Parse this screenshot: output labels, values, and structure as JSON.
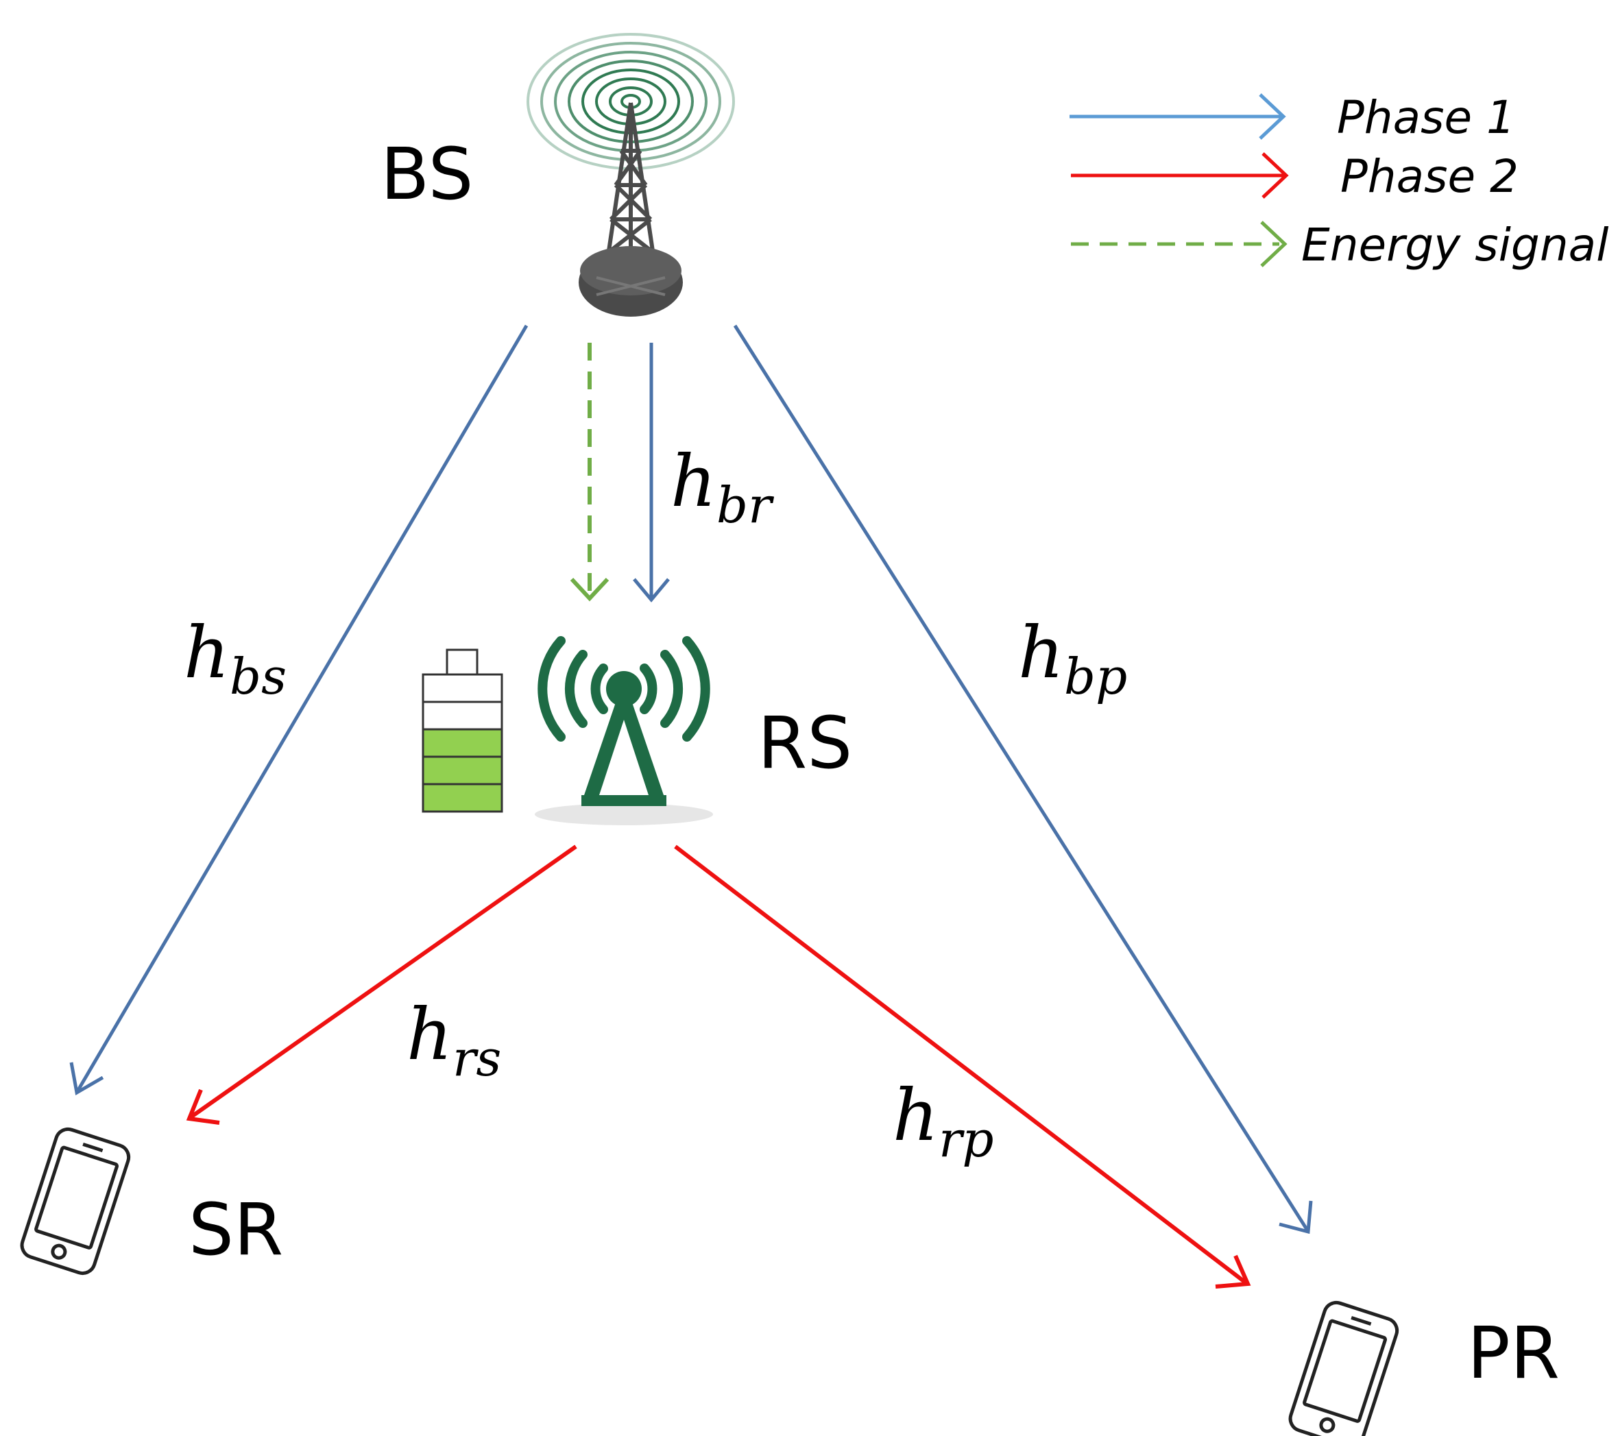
{
  "nodes": {
    "bs": "BS",
    "rs": "RS",
    "sr": "SR",
    "pr": "PR"
  },
  "legend": {
    "phase1": "Phase 1",
    "phase2": "Phase 2",
    "energy": "Energy signal"
  },
  "channels": {
    "h_br": {
      "base": "h",
      "sub": "br"
    },
    "h_bs": {
      "base": "h",
      "sub": "bs"
    },
    "h_bp": {
      "base": "h",
      "sub": "bp"
    },
    "h_rs": {
      "base": "h",
      "sub": "rs"
    },
    "h_rp": {
      "base": "h",
      "sub": "rp"
    }
  },
  "colors": {
    "phase1": "#4a72a8",
    "phase1_legend": "#5b9bd5",
    "phase2": "#ee1111",
    "energy": "#70ad47",
    "relay_green": "#1e6b45",
    "battery_fill": "#92d050"
  }
}
